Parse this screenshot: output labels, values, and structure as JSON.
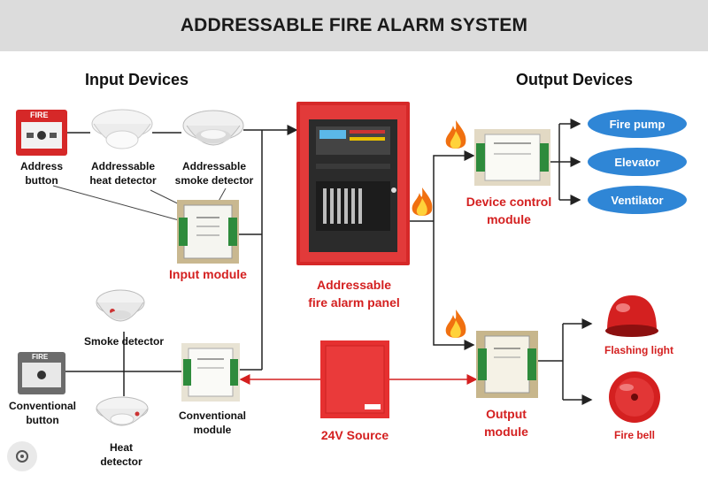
{
  "title": "ADDRESSABLE FIRE ALARM SYSTEM",
  "sections": {
    "input": "Input Devices",
    "output": "Output Devices"
  },
  "devices": {
    "address_button": {
      "line1": "Address",
      "line2": "button",
      "tag": "FIRE"
    },
    "heat_detector": {
      "line1": "Addressable",
      "line2": "heat detector"
    },
    "smoke_detector": {
      "line1": "Addressable",
      "line2": "smoke detector"
    },
    "input_module": "Input module",
    "panel": {
      "line1": "Addressable",
      "line2": "fire alarm panel"
    },
    "device_control": {
      "line1": "Device control",
      "line2": "module"
    },
    "conv_smoke": "Smoke detector",
    "conv_button": {
      "line1": "Conventional",
      "line2": "button",
      "tag": "FIRE"
    },
    "conv_heat": {
      "line1": "Heat",
      "line2": "detector"
    },
    "conv_module": {
      "line1": "Conventional",
      "line2": "module"
    },
    "power": "24V Source",
    "output_module": {
      "line1": "Output",
      "line2": "module"
    },
    "flashing_light": "Flashing light",
    "fire_bell": "Fire bell"
  },
  "outputs": [
    "Fire pump",
    "Elevator",
    "Ventilator"
  ],
  "colors": {
    "accent_red": "#d42020",
    "panel_red": "#d62828",
    "pill_blue": "#2f86d6",
    "header_gray": "#dcdcdc"
  }
}
